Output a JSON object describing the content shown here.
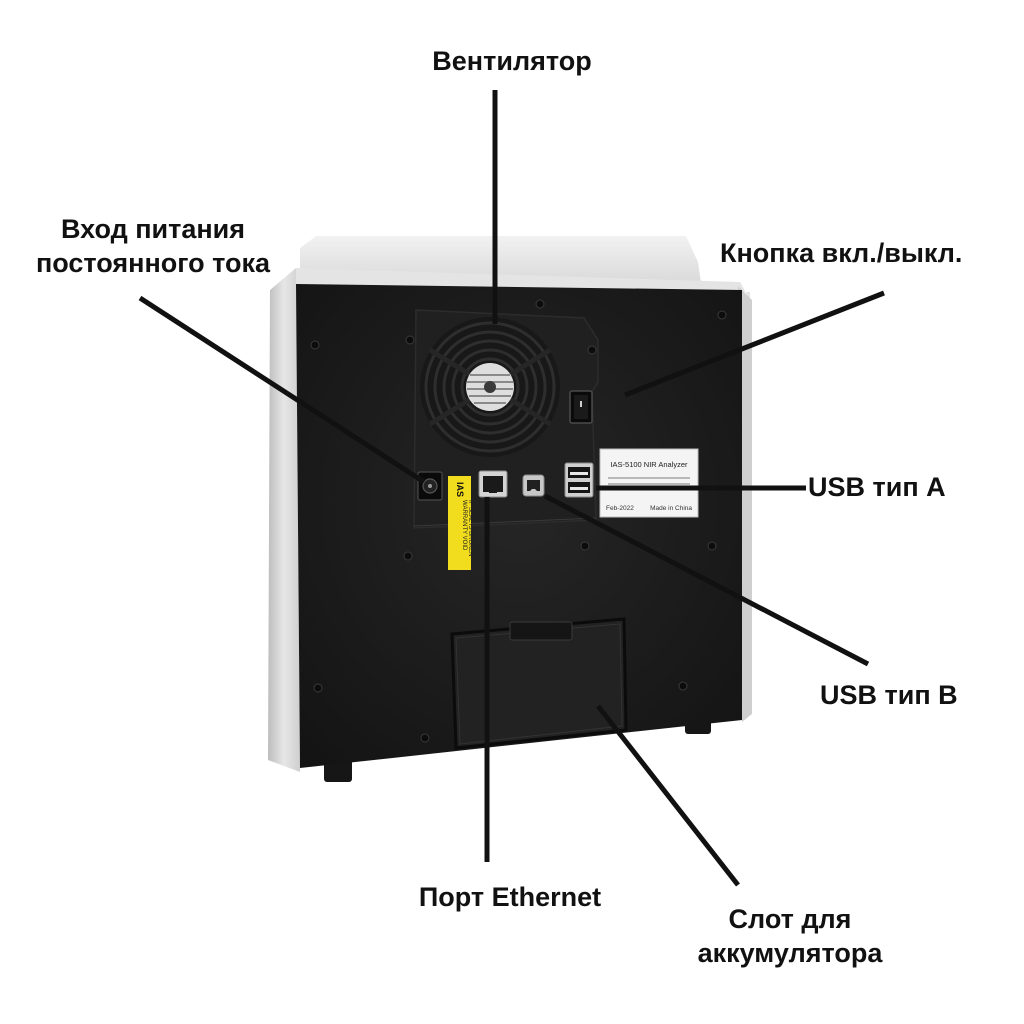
{
  "labels": {
    "fan": "Вентилятор",
    "dc_input_line1": "Вход питания",
    "dc_input_line2": "постоянного тока",
    "power_button": "Кнопка вкл./выкл.",
    "usb_a": "USB тип A",
    "usb_b": "USB тип B",
    "ethernet": "Порт Ethernet",
    "battery_line1": "Слот для",
    "battery_line2": "аккумулятора"
  },
  "device": {
    "nameplate_title": "IAS-5100 NIR Analyzer",
    "nameplate_date": "Feb-2022",
    "nameplate_origin": "Made in China",
    "warranty_brand": "IAS",
    "warranty_line1": "WARRANTY VOID",
    "warranty_line2": "IF SEAL IS BROKEN"
  },
  "colors": {
    "callout_line": "#111111",
    "housing": "#1b1b1b",
    "casing": "#dcdcdc",
    "warranty_sticker": "#f2dc1e"
  }
}
